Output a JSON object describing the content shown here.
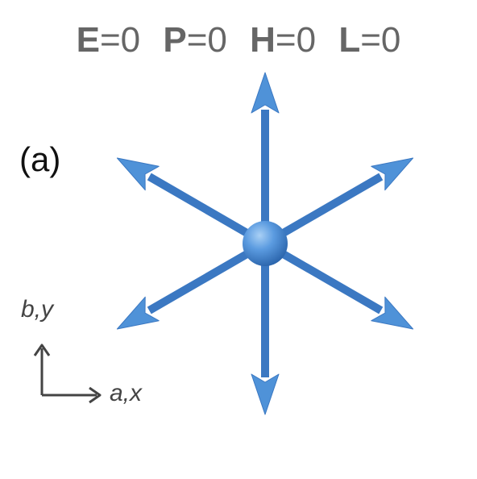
{
  "header": {
    "terms": [
      {
        "symbol": "E",
        "equals": "=0"
      },
      {
        "symbol": "P",
        "equals": "=0"
      },
      {
        "symbol": "H",
        "equals": "=0"
      },
      {
        "symbol": "L",
        "equals": "=0"
      }
    ]
  },
  "panel_label": "(a)",
  "axes": {
    "vertical": "b,y",
    "horizontal": "a,x"
  },
  "colors": {
    "arrow_shaft": "#3b78c2",
    "arrow_head": "#4f92d8",
    "center_dot": "#4a8ad2",
    "axis": "#444444",
    "header_text": "#666666"
  },
  "icons": {
    "vector_set": "six-arrow-star",
    "center": "sphere",
    "coordinate_frame": "axis-arrows"
  }
}
